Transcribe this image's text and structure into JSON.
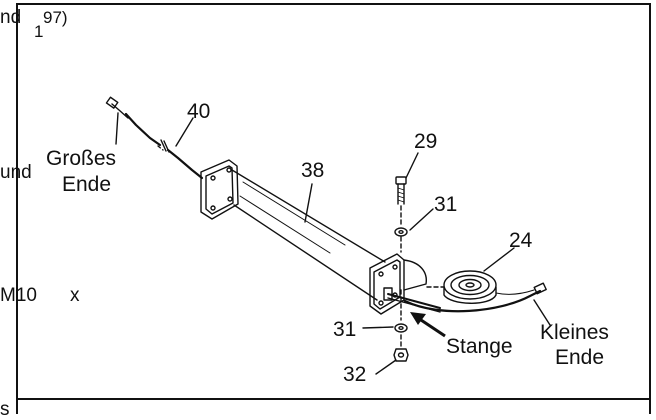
{
  "left_fragments": {
    "top_nd": "nd",
    "top_superscript": "97)",
    "top_one": "1",
    "und": "und",
    "m10": "M10",
    "x": "x",
    "bottom_s": "s"
  },
  "labels": {
    "grosses_ende_line1": "Großes",
    "grosses_ende_line2": "Ende",
    "kleines_ende_line1": "Kleines",
    "kleines_ende_line2": "Ende",
    "stange": "Stange"
  },
  "part_numbers": {
    "p40": "40",
    "p38": "38",
    "p29": "29",
    "p31_top": "31",
    "p24": "24",
    "p31_bottom": "31",
    "p32": "32"
  }
}
